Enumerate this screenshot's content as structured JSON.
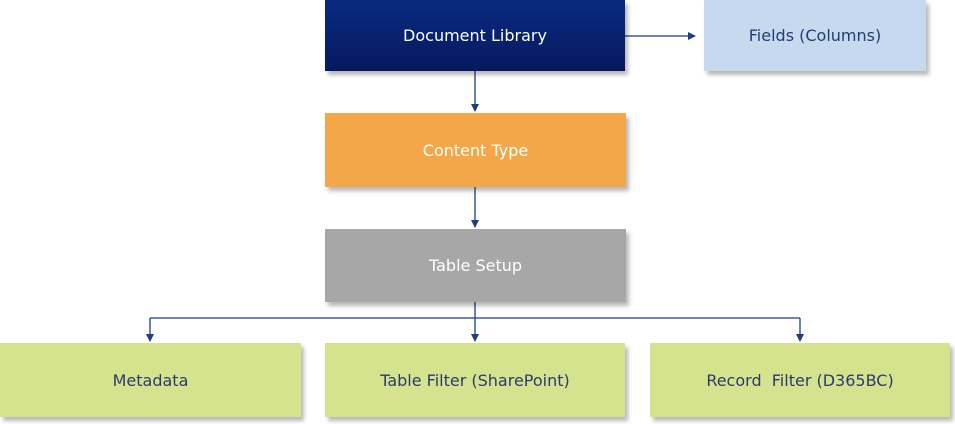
{
  "nodes": {
    "document_library": "Document Library",
    "fields": "Fields (Columns)",
    "content_type": "Content Type",
    "table_setup": "Table Setup",
    "metadata": "Metadata",
    "table_filter": "Table Filter (SharePoint)",
    "record_filter": "Record  Filter (D365BC)"
  },
  "colors": {
    "document_library": "#06195e",
    "fields": "#c6d9ee",
    "content_type": "#f4a748",
    "table_setup": "#a7a7a7",
    "leaf": "#d6e38e",
    "connector": "#1f3c88"
  }
}
